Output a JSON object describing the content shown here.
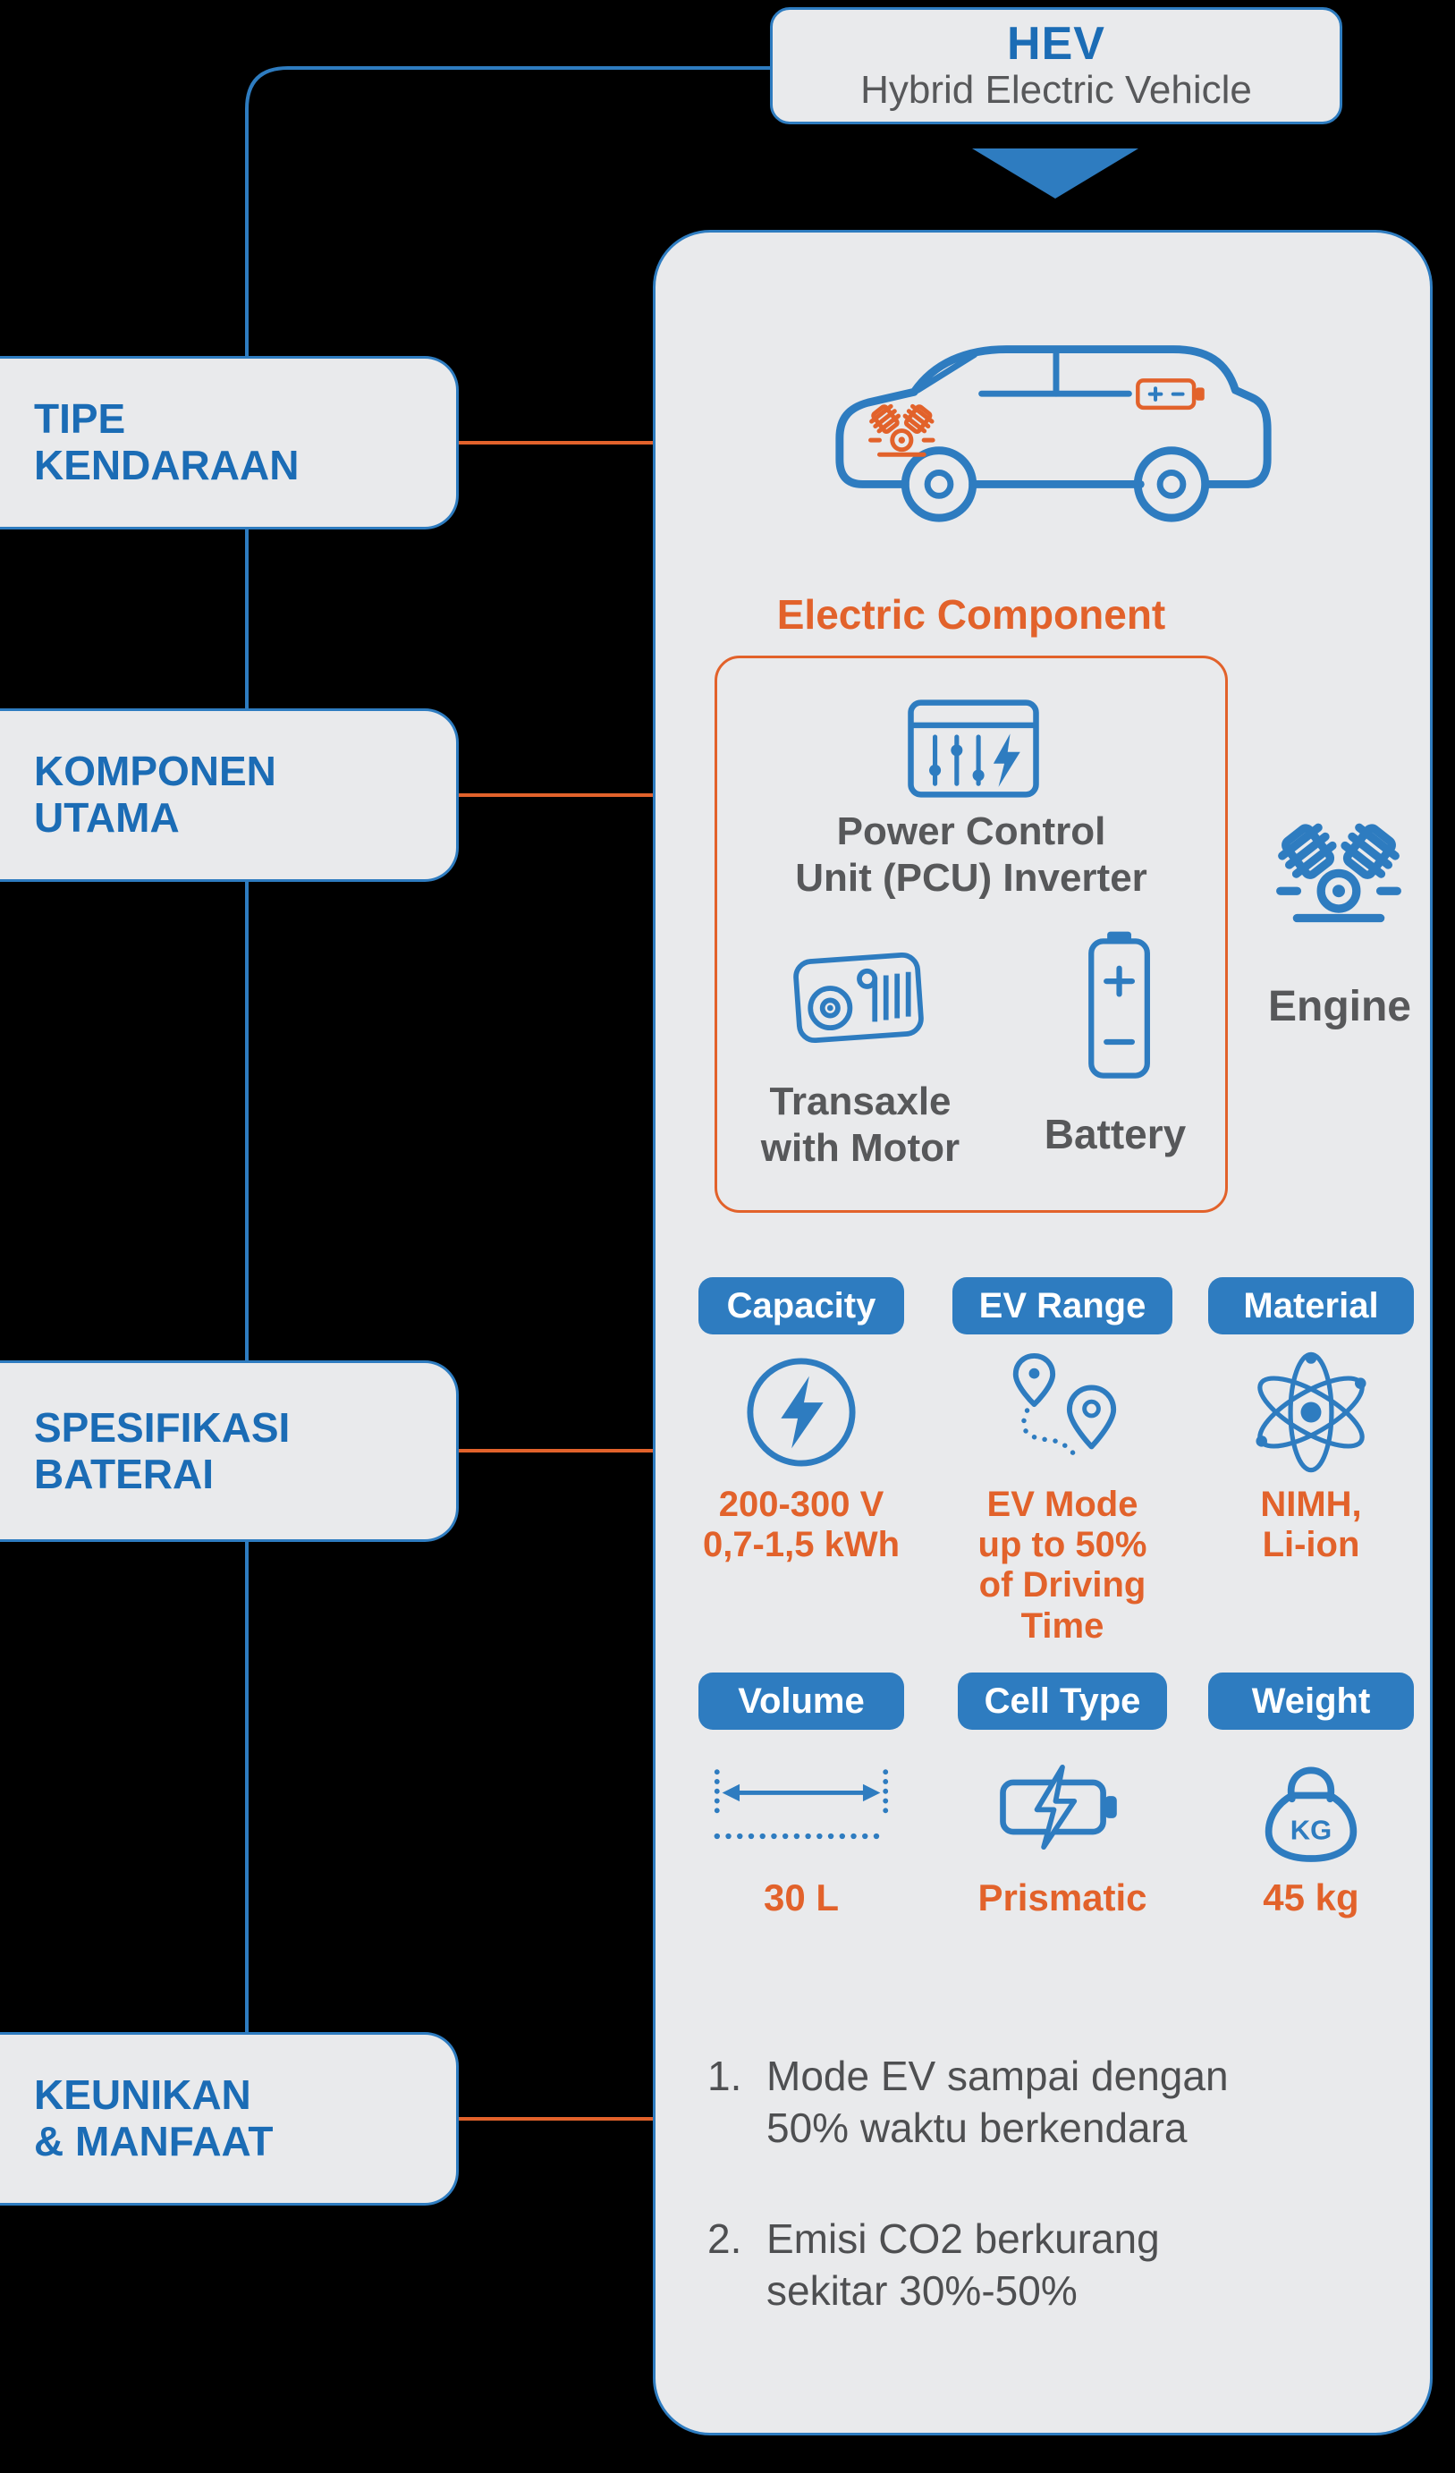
{
  "colors": {
    "blue": "#2e7cc0",
    "blue_text": "#1b6cb5",
    "orange": "#e2622b",
    "panel_gray": "#e9eaec",
    "dark_text": "#57585a",
    "background": "#000000"
  },
  "header": {
    "title": "HEV",
    "subtitle": "Hybrid Electric Vehicle"
  },
  "sidebar": {
    "items": [
      {
        "label": "TIPE\nKENDARAAN"
      },
      {
        "label": "KOMPONEN\nUTAMA"
      },
      {
        "label": "SPESIFIKASI\nBATERAI"
      },
      {
        "label": "KEUNIKAN\n& MANFAAT"
      }
    ]
  },
  "vehicle": {
    "icons": [
      "hybrid-car-icon",
      "engine-icon",
      "car-battery-icon"
    ]
  },
  "components": {
    "section_title": "Electric Component",
    "pcu_label": "Power Control\nUnit (PCU) Inverter",
    "transaxle_label": "Transaxle\nwith Motor",
    "battery_label": "Battery",
    "engine_label": "Engine"
  },
  "battery_specs": {
    "row1": [
      {
        "badge": "Capacity",
        "icon": "lightning-circle-icon",
        "value": "200-300 V\n0,7-1,5 kWh"
      },
      {
        "badge": "EV Range",
        "icon": "route-pins-icon",
        "value": "EV Mode\nup to 50%\nof Driving\nTime"
      },
      {
        "badge": "Material",
        "icon": "atom-icon",
        "value": "NIMH,\nLi-ion"
      }
    ],
    "row2": [
      {
        "badge": "Volume",
        "icon": "dimension-arrow-icon",
        "value": "30 L"
      },
      {
        "badge": "Cell Type",
        "icon": "battery-bolt-icon",
        "value": "Prismatic"
      },
      {
        "badge": "Weight",
        "icon": "kettlebell-icon",
        "value": "45 kg"
      }
    ]
  },
  "benefits": {
    "items": [
      {
        "number": "1.",
        "text": "Mode EV sampai dengan\n50% waktu berkendara"
      },
      {
        "number": "2.",
        "text": "Emisi CO2 berkurang\nsekitar 30%-50%"
      }
    ]
  }
}
